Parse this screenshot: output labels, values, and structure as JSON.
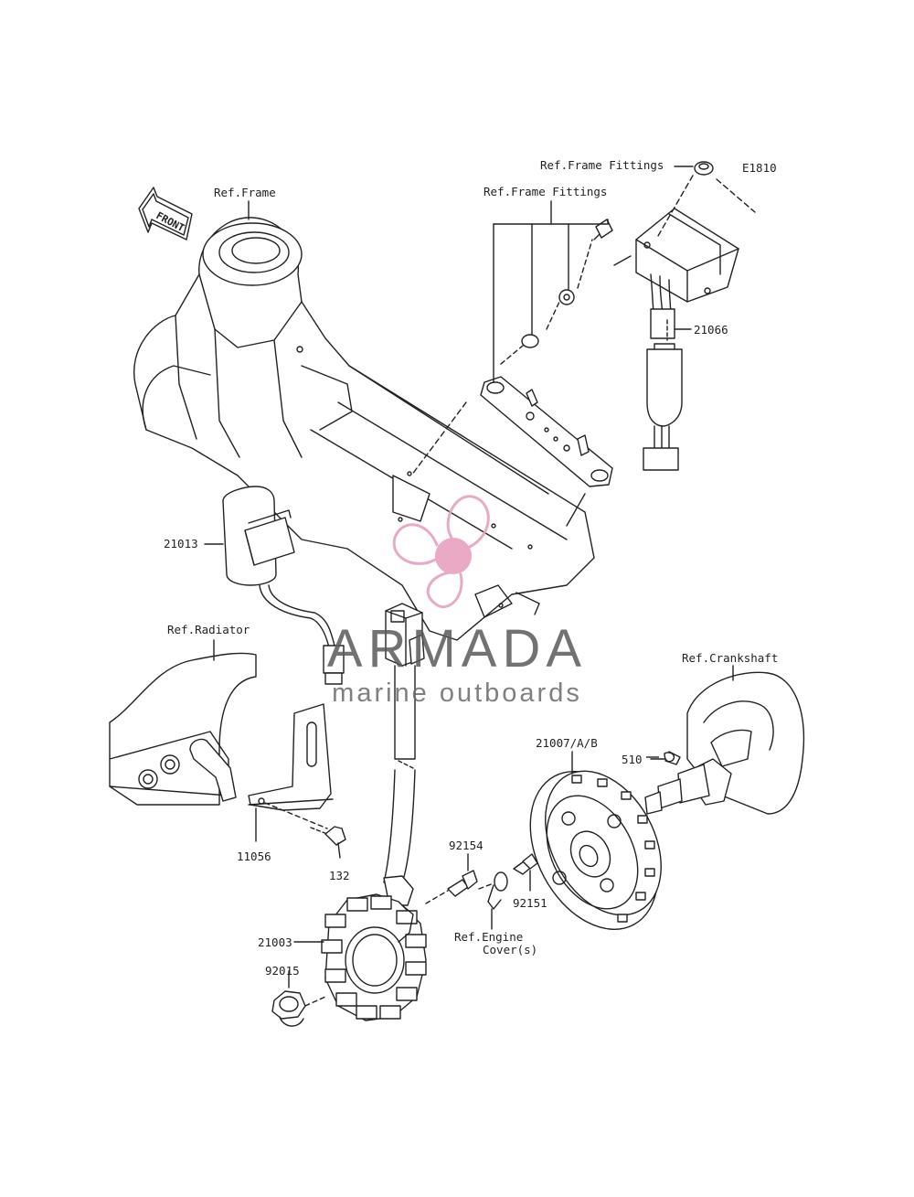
{
  "diagram_code": "E1810",
  "front_label": "FRONT",
  "watermark": {
    "brand": "ARMADA",
    "tagline": "marine outboards",
    "brand_color": "#e8a0c0",
    "text_color": "#5a5a5a"
  },
  "labels": {
    "ref_frame": "Ref.Frame",
    "ref_frame_fittings_top": "Ref.Frame Fittings",
    "ref_frame_fittings": "Ref.Frame Fittings",
    "ref_radiator": "Ref.Radiator",
    "ref_crankshaft": "Ref.Crankshaft",
    "ref_engine_cover_1": "Ref.Engine",
    "ref_engine_cover_2": "Cover(s)",
    "p21066": "21066",
    "p21013": "21013",
    "p21007": "21007/A/B",
    "p510": "510",
    "p11056": "11056",
    "p132": "132",
    "p92154": "92154",
    "p92151": "92151",
    "p21003": "21003",
    "p92015": "92015"
  }
}
